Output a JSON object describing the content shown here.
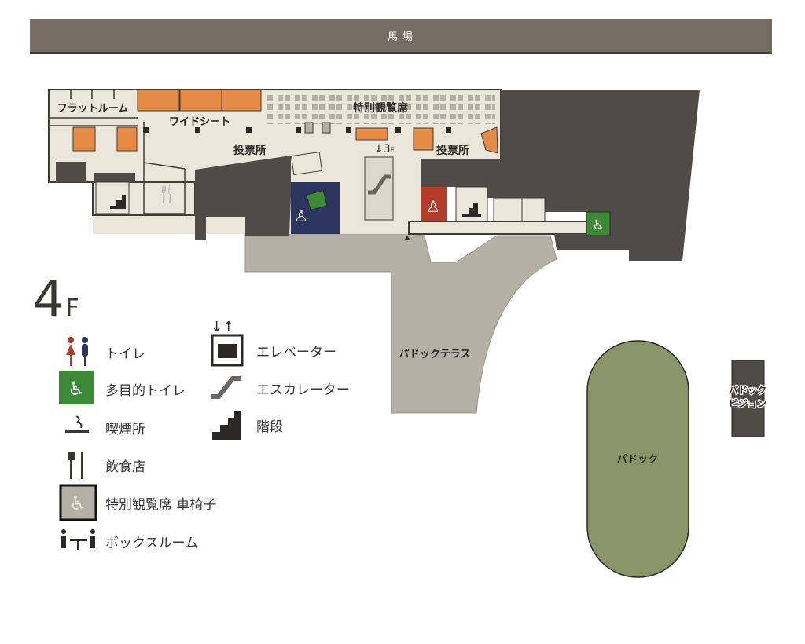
{
  "header": {
    "title": "馬場"
  },
  "floor": {
    "number": "4",
    "unit": "F"
  },
  "areas": {
    "flat_room": "フラットルーム",
    "wide_seat": "ワイドシート",
    "special_seats": "特別観覧席",
    "betting_left": "投票所",
    "betting_right": "投票所",
    "escalator_down": "↓3",
    "escalator_floor": "F",
    "paddock_terrace": "パドックテラス",
    "paddock": "パドック",
    "paddock_vision_1": "パドック",
    "paddock_vision_2": "ビジョン"
  },
  "legend": [
    {
      "icon": "restroom-icon",
      "label": "トイレ"
    },
    {
      "icon": "accessible-restroom-icon",
      "label": "多目的トイレ"
    },
    {
      "icon": "smoking-area-icon",
      "label": "喫煙所"
    },
    {
      "icon": "restaurant-icon",
      "label": "飲食店"
    },
    {
      "icon": "wheelchair-seat-icon",
      "label": "特別観覧席 車椅子"
    },
    {
      "icon": "box-room-icon",
      "label": "ボックスルーム"
    },
    {
      "icon": "elevator-icon",
      "label": "エレベーター"
    },
    {
      "icon": "escalator-icon",
      "label": "エスカレーター"
    },
    {
      "icon": "stairs-icon",
      "label": "階段"
    }
  ],
  "colors": {
    "header": "#756d64",
    "floor": "#ebe6da",
    "wall": "#4f4c47",
    "terrace": "#b5b0a6",
    "box": "#e58b45",
    "green": "#3c8a36",
    "red": "#b23b2a",
    "navy": "#2c3560",
    "paddock": "#8a9469"
  }
}
